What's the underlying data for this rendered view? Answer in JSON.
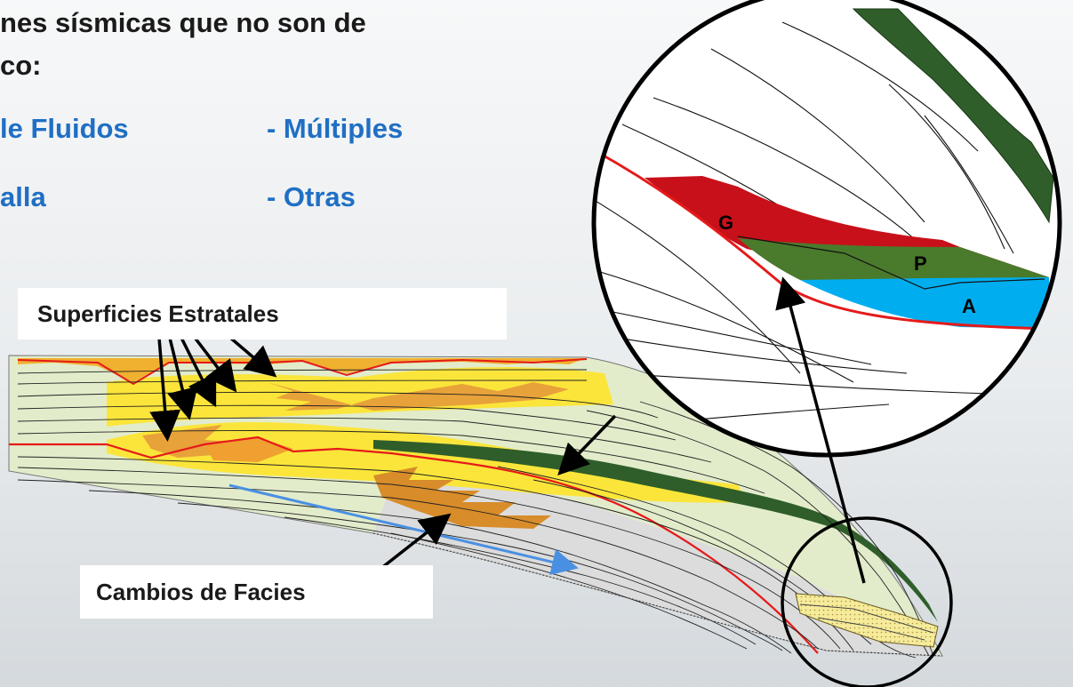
{
  "heading": {
    "line1": "nes sísmicas que no son de",
    "line2": "co:"
  },
  "bullets": {
    "fluidos": "le Fluidos",
    "multiples": "- Múltiples",
    "falla": "alla",
    "otras": "- Otras"
  },
  "labels": {
    "superficies": "Superficies Estratales",
    "cambios": "Cambios de Facies"
  },
  "zoom_letters": {
    "gas": "G",
    "petroleo": "P",
    "agua": "A"
  },
  "colors": {
    "heading_text": "#1a1a1a",
    "bullet_text": "#1f6fc4",
    "cross_section_fill": "#e2eccb",
    "sand_yellow": "#fbe53a",
    "facies_orange": "#e8a23a",
    "horizon_red": "#e51a1a",
    "gas_red": "#c8101a",
    "oil_green": "#4a7a2c",
    "water_blue": "#00aeef",
    "shale_green": "#2f5e2a",
    "arrow_blue": "#4a90e2"
  }
}
